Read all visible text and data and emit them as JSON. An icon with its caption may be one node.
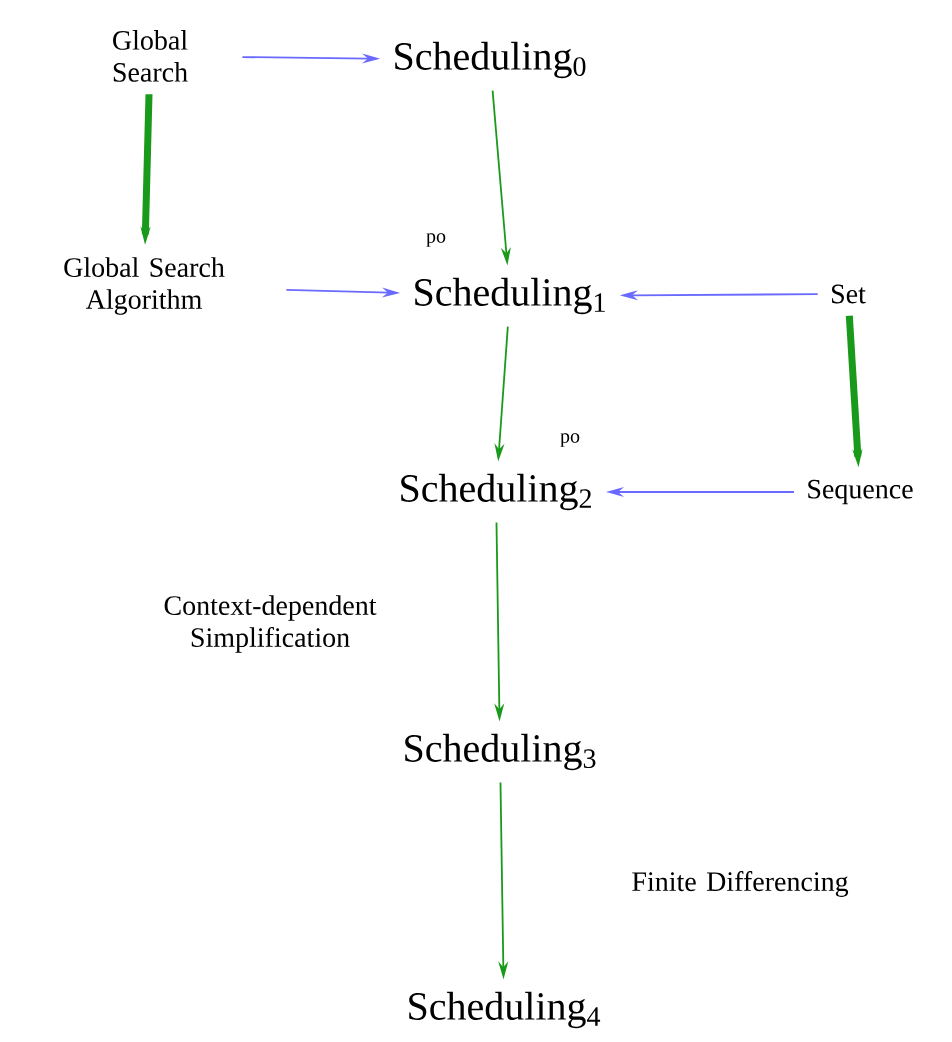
{
  "diagram": {
    "nodes": [
      {
        "text": [
          "Global Search"
        ]
      },
      {
        "text": [
          "Scheduling$_{0}$"
        ]
      },
      {
        "text": [
          "Global Search Algorithm"
        ]
      },
      {
        "text": [
          "Scheduling$_{1}$"
        ]
      },
      {
        "text": [
          "Set"
        ]
      },
      {
        "text": [
          "Scheduling$_{2}$"
        ]
      },
      {
        "text": [
          "Sequence"
        ]
      },
      {
        "text": [
          "Scheduling$_{3}$"
        ]
      },
      {
        "text": [
          "Scheduling$_{4}$"
        ]
      }
    ],
    "edges": [
      {
        "from": 0,
        "to": 1,
        "arrow": "to",
        "color": "#6a6aff"
      },
      {
        "from": 0,
        "to": 2,
        "arrow": "to",
        "style": "thick"
      },
      {
        "from": 1,
        "to": 3,
        "arrow": "to"
      },
      {
        "from": 2,
        "to": 3,
        "arrow": "to",
        "color": "#6a6aff"
      },
      {
        "from": 4,
        "to": 3,
        "arrow": "to",
        "color": "#6a6aff"
      },
      {
        "from": 4,
        "to": 6,
        "arrow": "to",
        "style": "thick"
      },
      {
        "from": 3,
        "to": 5,
        "arrow": "to"
      },
      {
        "from": 6,
        "to": 5,
        "arrow": "to",
        "color": "#6a6aff"
      },
      {
        "from": 5,
        "to": 7,
        "arrow": "to",
        "label": "Context-dependent Simplification"
      },
      {
        "from": 7,
        "to": 8,
        "arrow": "to",
        "label": "Finite Differencing"
      }
    ],
    "labels": [
      "po",
      "po"
    ]
  }
}
